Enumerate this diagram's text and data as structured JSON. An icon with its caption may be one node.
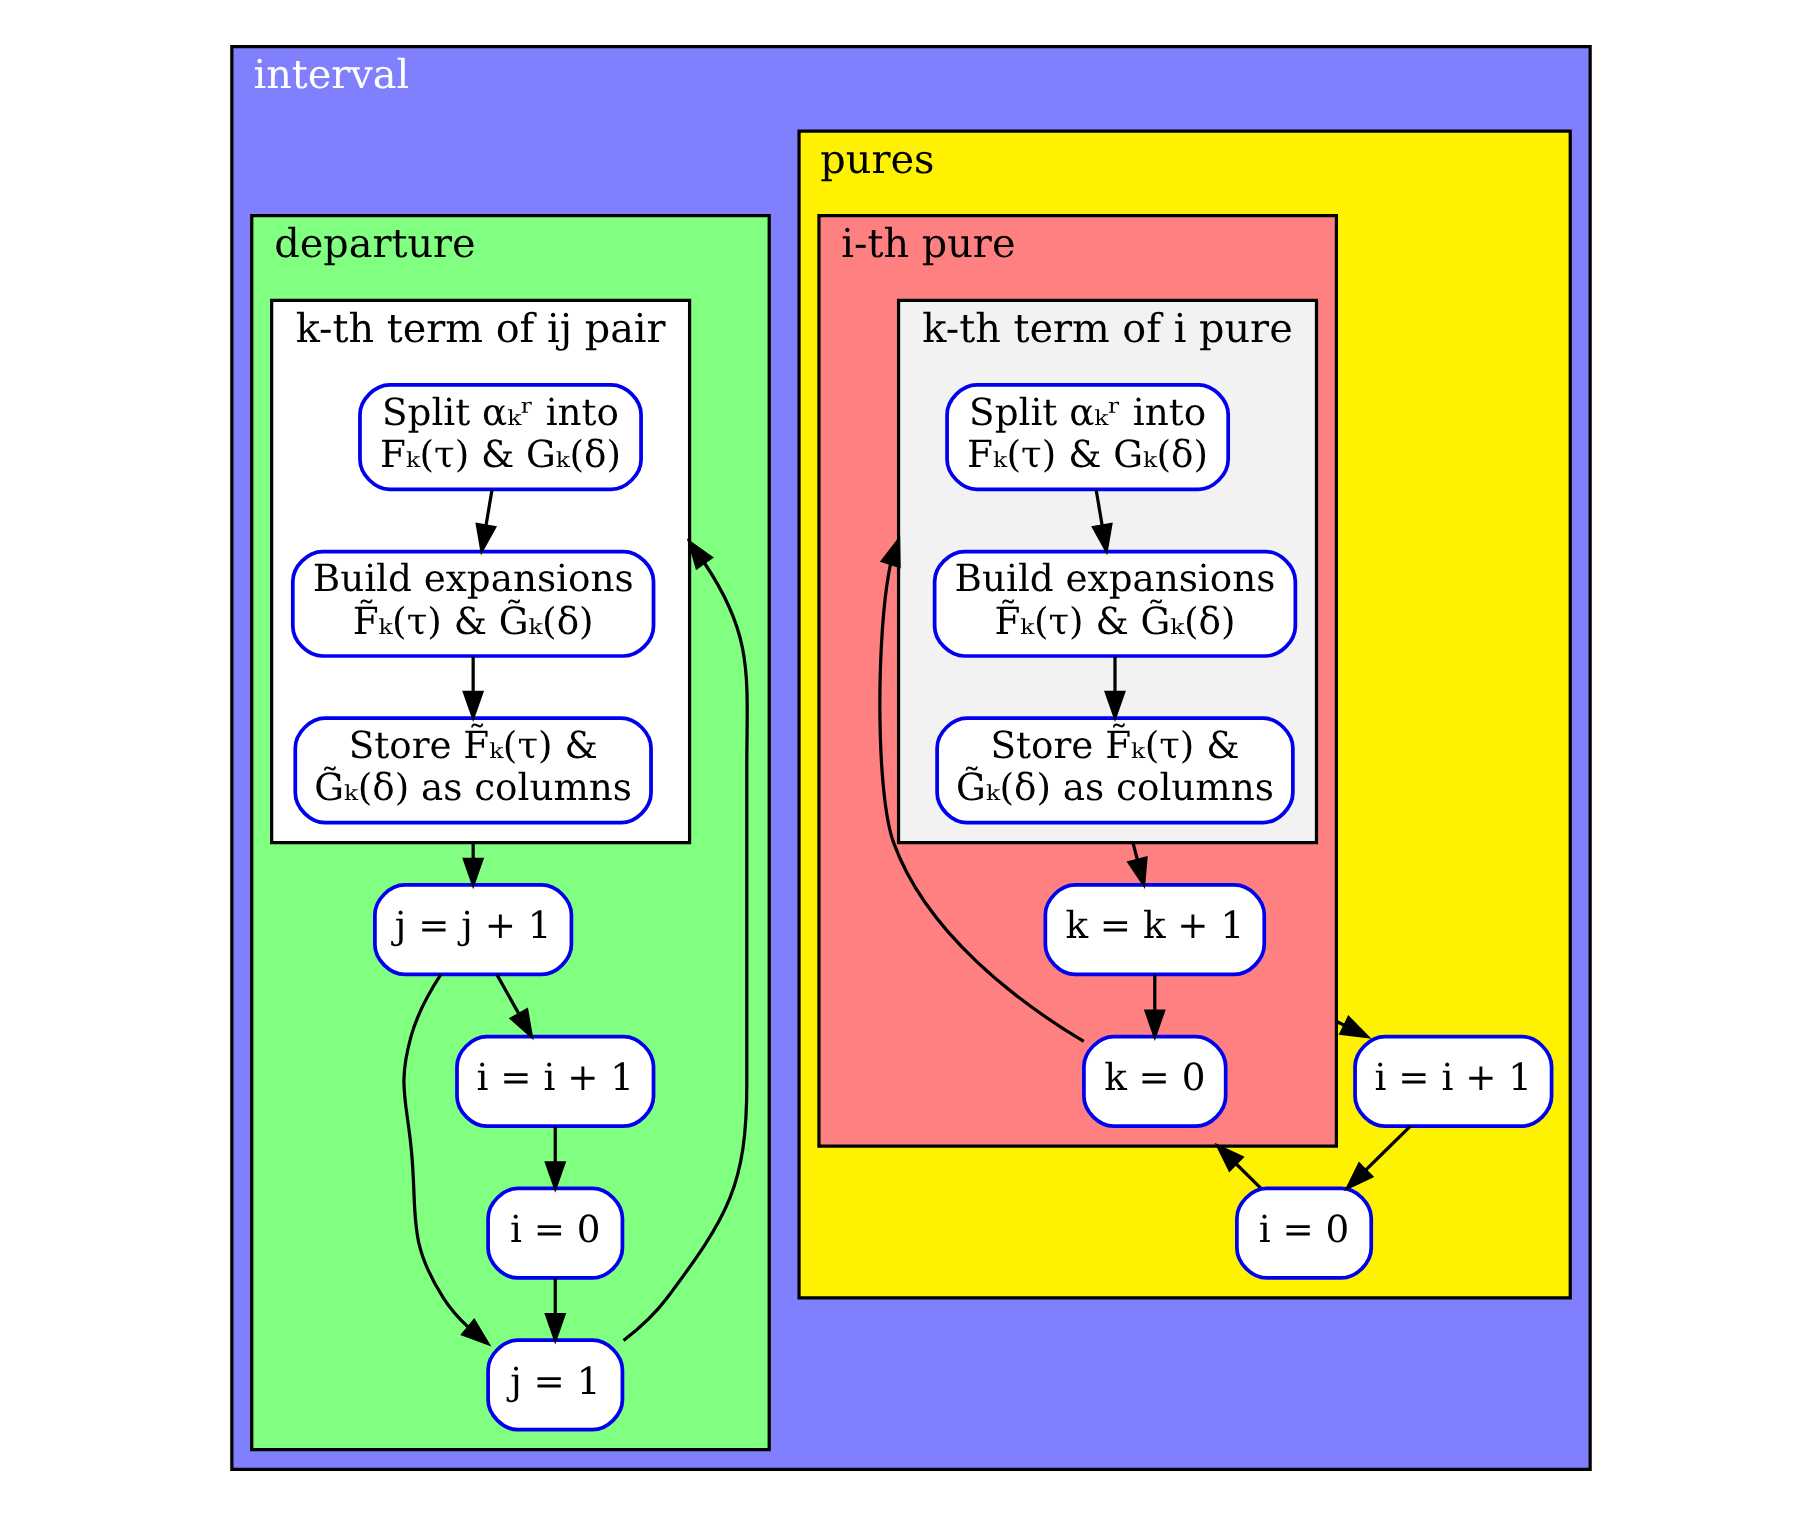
{
  "diagram": {
    "nodes": [
      {
        "text": [
          "interval"
        ]
      },
      {
        "text": [
          "pures"
        ],
        "in": 0
      },
      {
        "text": [
          "i = 0"
        ],
        "in": 1
      },
      {
        "text": [
          "i-th pure"
        ],
        "in": 1
      },
      {
        "text": [
          "k = 0"
        ],
        "in": 3
      },
      {
        "text": [
          "k-th term of i pure"
        ],
        "in": 3
      },
      {
        "text": [
          "Split αₖʳ into Fₖ(τ) & Gₖ(δ)"
        ],
        "in": 5
      },
      {
        "text": [
          "Build expansions F̃ₖ(τ) & G̃ₖ(δ)"
        ],
        "in": 5
      },
      {
        "text": [
          "Store F̃ₖ(τ) & G̃ₖ(δ) as columns"
        ],
        "in": 5
      },
      {
        "text": [
          "k = k + 1"
        ],
        "in": 3
      },
      {
        "text": [
          "i = i + 1"
        ],
        "in": 1
      },
      {
        "text": [
          "departure"
        ],
        "in": 0
      },
      {
        "text": [
          "i = 0"
        ],
        "in": 11
      },
      {
        "text": [
          "j = 1"
        ],
        "in": 11
      },
      {
        "text": [
          "k-th term of ij pair"
        ],
        "in": 11
      },
      {
        "text": [
          "Split αₖʳ into Fₖ(τ) & Gₖ(δ)"
        ],
        "in": 14
      },
      {
        "text": [
          "Build expansions F̃ₖ(τ) & G̃ₖ(δ)"
        ],
        "in": 14
      },
      {
        "text": [
          "Store F̃ₖ(τ) & G̃ₖ(δ) as columns"
        ],
        "in": 14
      },
      {
        "text": [
          "j = j + 1"
        ],
        "in": 11
      },
      {
        "text": [
          "i = i + 1"
        ],
        "in": 11
      }
    ],
    "edges": [
      {
        "from": 2,
        "to": 3,
        "arrow": "to"
      },
      {
        "from": 4,
        "to": 5,
        "arrow": "to"
      },
      {
        "from": 6,
        "to": 7,
        "arrow": "to"
      },
      {
        "from": 7,
        "to": 8,
        "arrow": "to"
      },
      {
        "from": 5,
        "to": 9,
        "arrow": "to"
      },
      {
        "from": 9,
        "to": 4,
        "arrow": "to"
      },
      {
        "from": 3,
        "to": 10,
        "arrow": "to"
      },
      {
        "from": 10,
        "to": 2,
        "arrow": "to"
      },
      {
        "from": 12,
        "to": 13,
        "arrow": "to"
      },
      {
        "from": 13,
        "to": 14,
        "arrow": "to"
      },
      {
        "from": 15,
        "to": 16,
        "arrow": "to"
      },
      {
        "from": 16,
        "to": 17,
        "arrow": "to"
      },
      {
        "from": 14,
        "to": 18,
        "arrow": "to"
      },
      {
        "from": 18,
        "to": 13,
        "arrow": "to"
      },
      {
        "from": 18,
        "to": 19,
        "arrow": "to"
      },
      {
        "from": 19,
        "to": 12,
        "arrow": "to"
      }
    ]
  }
}
